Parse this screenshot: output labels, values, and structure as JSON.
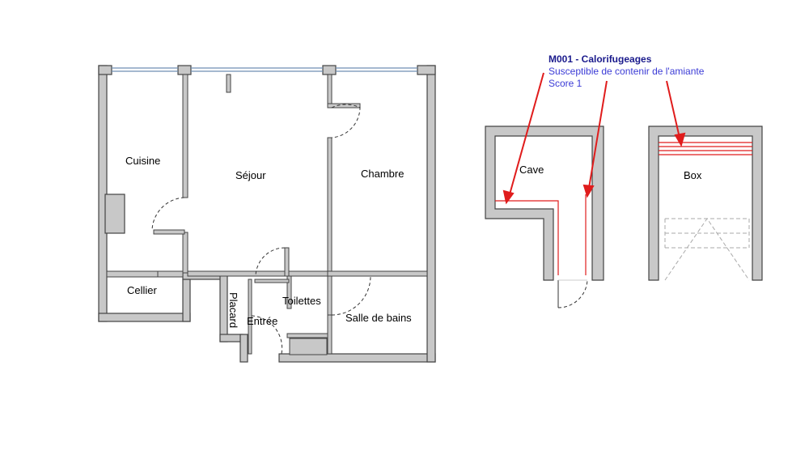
{
  "rooms": {
    "cuisine": "Cuisine",
    "sejour": "Séjour",
    "chambre": "Chambre",
    "cellier": "Cellier",
    "placard": "Placard",
    "entree": "Entrée",
    "toilettes": "Toilettes",
    "salle_de_bains": "Salle de bains",
    "cave": "Cave",
    "box": "Box"
  },
  "annotation": {
    "title": "M001 - Calorifugeages",
    "line1": "Susceptible de contenir de l'amiante",
    "line2": "Score 1"
  },
  "colors": {
    "wall_fill": "#c8c8c8",
    "wall_stroke": "#444444",
    "window": "#6f8fb3",
    "marker": "#e01c1c",
    "annotation_title": "#1a1a8c",
    "annotation_text": "#3b3bd6"
  }
}
